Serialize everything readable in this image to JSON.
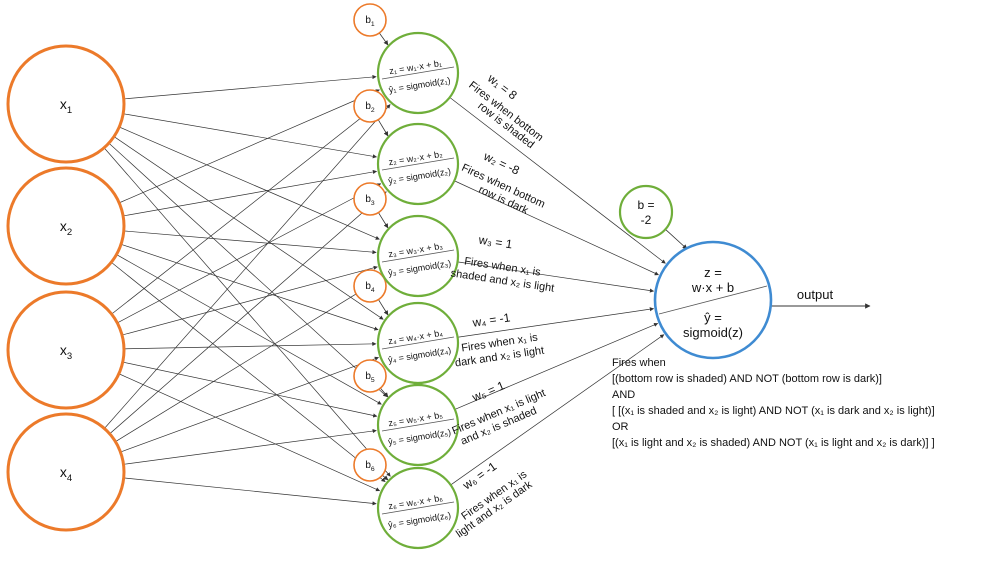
{
  "colors": {
    "input": "#ec7a2a",
    "hidden": "#6fae3a",
    "bias": "#ec7a2a",
    "output": "#3f8bd2",
    "edge": "#333333",
    "text": "#111111"
  },
  "inputs": [
    {
      "base": "x",
      "sub": "1"
    },
    {
      "base": "x",
      "sub": "2"
    },
    {
      "base": "x",
      "sub": "3"
    },
    {
      "base": "x",
      "sub": "4"
    }
  ],
  "hidden": [
    {
      "bias_label": "b",
      "bias_sub": "1",
      "z": "z₁ = w₁·x + b₁",
      "y": "ŷ₁ = sigmoid(z₁)",
      "w_text": "w₁ = 8",
      "desc": [
        "Fires when bottom",
        "row is shaded"
      ]
    },
    {
      "bias_label": "b",
      "bias_sub": "2",
      "z": "z₂ = w₂·x + b₂",
      "y": "ŷ₂ = sigmoid(z₂)",
      "w_text": "w₂ = -8",
      "desc": [
        "Fires when bottom",
        "row is dark"
      ]
    },
    {
      "bias_label": "b",
      "bias_sub": "3",
      "z": "z₃ = w₃·x + b₃",
      "y": "ŷ₃ = sigmoid(z₃)",
      "w_text": "w₃ = 1",
      "desc": [
        "Fires when x₁ is",
        "shaded and x₂ is light"
      ]
    },
    {
      "bias_label": "b",
      "bias_sub": "4",
      "z": "z₄ = w₄·x + b₄",
      "y": "ŷ₄ = sigmoid(z₄)",
      "w_text": "w₄ = -1",
      "desc": [
        "Fires when x₁ is",
        "dark and x₂ is light"
      ]
    },
    {
      "bias_label": "b",
      "bias_sub": "5",
      "z": "z₅ = w₅·x + b₅",
      "y": "ŷ₅ = sigmoid(z₅)",
      "w_text": "w₅ = 1",
      "desc": [
        "Fires when x₁ is light",
        "and x₂ is shaded"
      ]
    },
    {
      "bias_label": "b",
      "bias_sub": "6",
      "z": "z₆ = w₆·x + b₆",
      "y": "ŷ₆ = sigmoid(z₆)",
      "w_text": "w₆ = -1",
      "desc": [
        "Fires when x₁ is",
        "light and x₂ is dark"
      ]
    }
  ],
  "output_bias": {
    "line1": "b =",
    "line2": "-2"
  },
  "output_node": {
    "z_line1": "z =",
    "z_line2": "w·x + b",
    "y_line1": "ŷ =",
    "y_line2": "sigmoid(z)"
  },
  "output_label": "output",
  "explanation": [
    "Fires when",
    "[(bottom row is shaded) AND NOT (bottom row is dark)]",
    "AND",
    "[ [(x₁ is shaded and x₂ is light) AND NOT (x₁ is dark and x₂ is light)]",
    "OR",
    "[(x₁ is light and x₂ is shaded) AND NOT (x₁ is light and x₂ is dark)] ]"
  ]
}
